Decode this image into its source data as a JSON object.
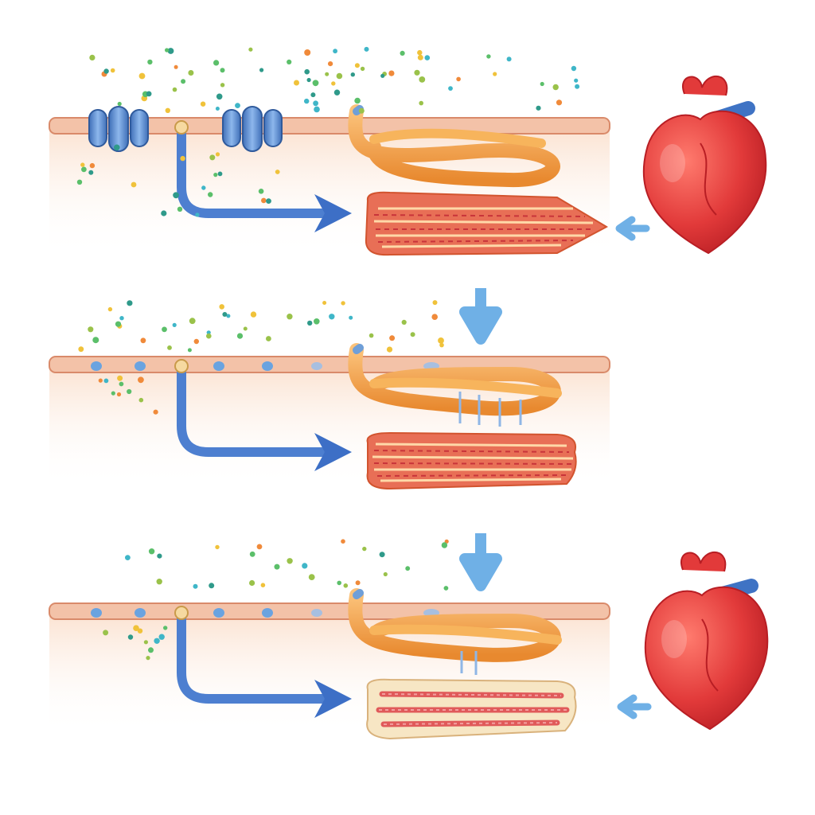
{
  "diagram": {
    "panels": [
      {
        "id": "panel-1",
        "channels": "open-ion-channels",
        "muscle_state": "contracted-tapered",
        "heart_visible": true,
        "particle_density": "high"
      },
      {
        "id": "panel-2",
        "channels": "membrane-pores",
        "muscle_state": "partially-relaxed",
        "heart_visible": false,
        "particle_density": "medium"
      },
      {
        "id": "panel-3",
        "channels": "membrane-pores",
        "muscle_state": "relaxed-pale",
        "heart_visible": true,
        "particle_density": "low"
      }
    ],
    "transition_arrows": 2,
    "colors": {
      "membrane": "#f3c2a8",
      "membrane_stroke": "#d98a6a",
      "channel": "#5a8fd6",
      "signal_arrow": "#3d6fc6",
      "flow_arrow": "#6fb0e6",
      "nerve": "#f2a24a",
      "muscle": "#e0504a",
      "heart": "#e23a3a",
      "vessel": "#3f73c4"
    },
    "icons": [
      "ion-channel-icon",
      "nerve-fiber-icon",
      "muscle-fiber-icon",
      "heart-icon",
      "arrow-icon"
    ]
  }
}
